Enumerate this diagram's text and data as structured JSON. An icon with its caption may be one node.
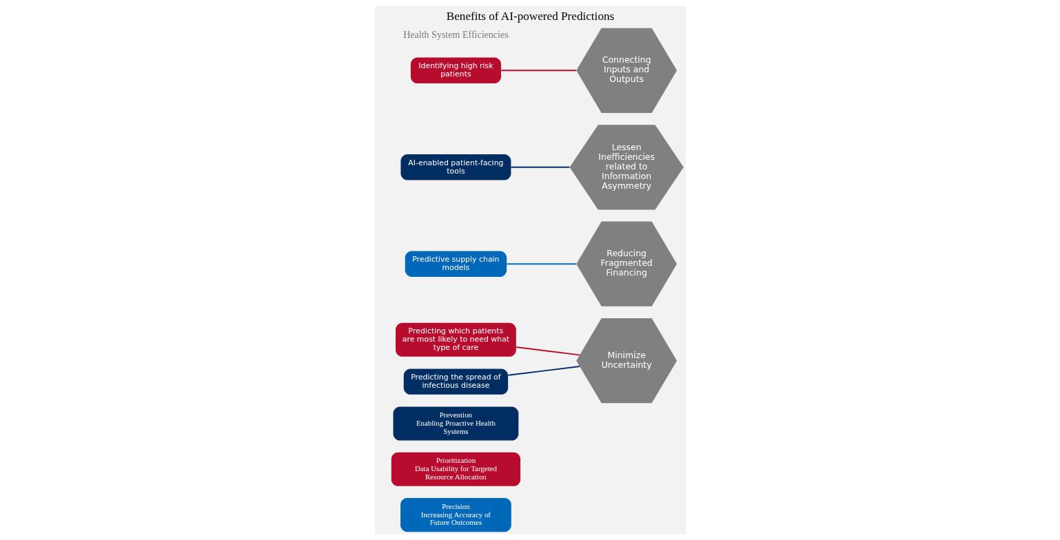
{
  "diagram": {
    "title": "Benefits of AI-powered Predictions",
    "nodes": [
      {
        "text": [
          "Precision",
          "Increasing Accuracy of Future Outcomes"
        ]
      },
      {
        "text": [
          "Prioritization",
          "Data Usability for Targeted Resource Allocation"
        ]
      },
      {
        "text": [
          "Prevention",
          "Enabling Proactive Health Systems"
        ]
      },
      {
        "text": [
          "Predicting which patients are most likely to need what type of care"
        ]
      },
      {
        "text": [
          "Predicting the spread of infectious disease"
        ]
      },
      {
        "text": [
          "Minimize Uncertainty"
        ]
      },
      {
        "text": [
          "Reducing Fragmented Financing"
        ]
      },
      {
        "text": [
          "Predictive supply chain models"
        ]
      },
      {
        "text": [
          "AI-enabled patient-facing tools"
        ]
      },
      {
        "text": [
          "Connecting Inputs and Outputs"
        ]
      },
      {
        "text": [
          "Lessen Inefficiencies related to Information Asymmetry"
        ]
      },
      {
        "text": [
          "Identifying high risk patients"
        ]
      }
    ],
    "edges": [
      {
        "from": 3,
        "to": 5,
        "arrow": "none",
        "color": "#b80c2e"
      },
      {
        "from": 4,
        "to": 5,
        "arrow": "none",
        "color": "#002d62"
      },
      {
        "from": 7,
        "to": 6,
        "arrow": "none",
        "color": "#0068b8"
      },
      {
        "from": 8,
        "to": 10,
        "arrow": "none",
        "color": "#002d62"
      },
      {
        "from": 11,
        "to": 9,
        "arrow": "none",
        "color": "#b80c2e"
      }
    ],
    "labels": [
      "Health System Efficiencies"
    ]
  }
}
